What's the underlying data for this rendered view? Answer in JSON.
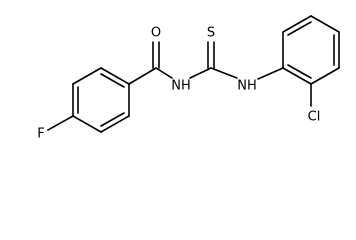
{
  "molecule": {
    "atoms": {
      "oxygen": "O",
      "sulfur": "S",
      "amide_nitrogen": "NH",
      "amine_nitrogen": "NH",
      "fluorine": "F",
      "chlorine": "Cl"
    }
  }
}
